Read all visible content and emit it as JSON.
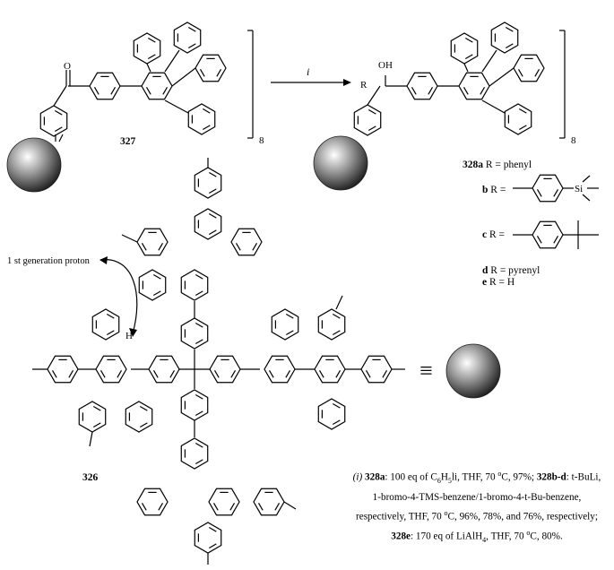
{
  "compounds": {
    "c327": "327",
    "c328a": "328a",
    "c326": "326",
    "c328a_text": "R = phenyl",
    "b_letter": "b",
    "c_letter": "c",
    "d_letter": "d",
    "e_letter": "e",
    "r_eq": "R =",
    "d_text": "R = pyrenyl",
    "e_text": "R = H"
  },
  "labels": {
    "arrow_label": "i",
    "repeat_count_left": "8",
    "repeat_count_right": "8",
    "oxygen": "O",
    "hydroxyl": "OH",
    "r_group": "R",
    "silicon": "Si",
    "hydrogen": "H",
    "proton_note": "1 st generation proton",
    "equivalence": "≡"
  },
  "conditions": {
    "i": "(i)",
    "p328a": "328a",
    "t1": ": 100 eq of C",
    "s1": "6",
    "t2": "H",
    "s2": "5",
    "t3": "li, THF, 70 ",
    "deg": "o",
    "t4": "C, 97%; ",
    "p328bd": "328b-d",
    "t5": ": t-BuLi, 1-bromo-4-TMS-benzene/1-bromo-4-t-Bu-benzene, respectively, THF, 70 ",
    "t6": "C, 96%, 78%, and 76%, respectively; ",
    "p328e": "328e",
    "t7": ": 170 eq of LiAlH",
    "s3": "4",
    "t8": ", THF, 70 ",
    "t9": "C, 80%."
  }
}
